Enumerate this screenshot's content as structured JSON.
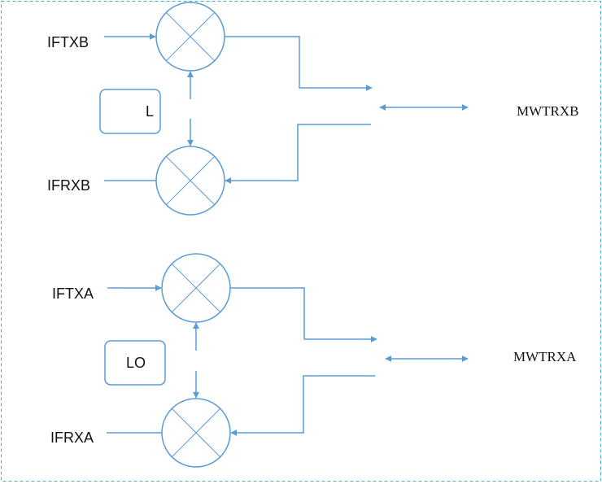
{
  "colors": {
    "line": "#5B9BD5",
    "frame": "#4BACC6",
    "text": "#111111"
  },
  "diagram": {
    "chain_b": {
      "tx_label": "IFTXB",
      "rx_label": "IFRXB",
      "lo_label": "L",
      "mw_label": "MWTRXB"
    },
    "chain_a": {
      "tx_label": "IFTXA",
      "rx_label": "IFRXA",
      "lo_label": "LO",
      "mw_label": "MWTRXA"
    }
  }
}
